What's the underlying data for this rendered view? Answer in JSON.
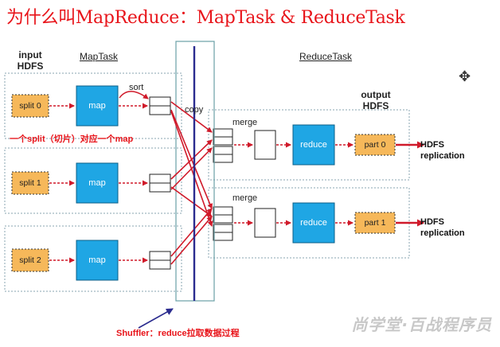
{
  "title": "为什么叫MapReduce：MapTask & ReduceTask",
  "labels": {
    "input_hdfs_line1": "input",
    "input_hdfs_line2": "HDFS",
    "maptask": "MapTask",
    "reducetask": "ReduceTask",
    "output_hdfs_line1": "output",
    "output_hdfs_line2": "HDFS",
    "sort": "sort",
    "copy": "copy",
    "merge_top": "merge",
    "merge_bottom": "merge",
    "split_note": "一个split（切片）对应一个map",
    "shuffler_note": "Shuffler：reduce拉取数据过程"
  },
  "map_rows": [
    {
      "split": "split 0",
      "map": "map"
    },
    {
      "split": "split 1",
      "map": "map"
    },
    {
      "split": "split 2",
      "map": "map"
    }
  ],
  "reduce_rows": [
    {
      "reduce": "reduce",
      "part": "part 0",
      "out_line1": "HDFS",
      "out_line2": "replication"
    },
    {
      "reduce": "reduce",
      "part": "part 1",
      "out_line1": "HDFS",
      "out_line2": "replication"
    }
  ],
  "watermark": "尚学堂·百战程序员",
  "colors": {
    "title": "#e8141a",
    "split_fill": "#f6b85a",
    "map_fill": "#1fa6e4",
    "arrow": "#d01a2a",
    "copy_line": "#2b2c8f",
    "copy_box": "#6aa0a6"
  },
  "icons": {
    "cursor": "move-cursor-icon"
  }
}
